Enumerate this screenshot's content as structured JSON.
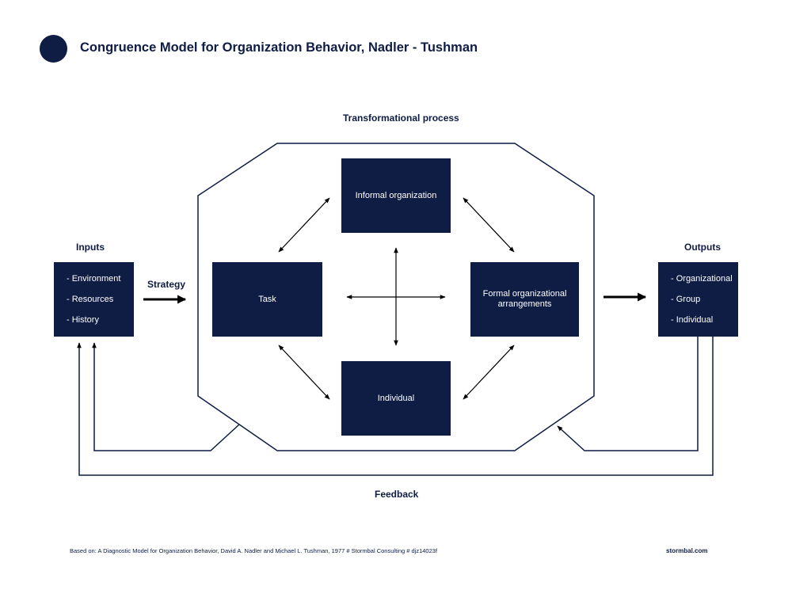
{
  "header": {
    "title": "Congruence Model for Organization Behavior, Nadler - Tushman"
  },
  "diagram": {
    "transformational_label": "Transformational process",
    "inputs_label": "Inputs",
    "outputs_label": "Outputs",
    "strategy_label": "Strategy",
    "feedback_label": "Feedback",
    "inputs_items": [
      "- Environment",
      "- Resources",
      "- History"
    ],
    "outputs_items": [
      "- Organizational",
      "- Group",
      "- Individual"
    ],
    "informal_organization": "Informal organization",
    "task": "Task",
    "formal_arrangements": "Formal organizational arrangements",
    "individual": "Individual"
  },
  "footer": {
    "note": "Based on: A Diagnostic Model for Organization Behavior, David A. Nadler and Michael L. Tushman, 1977 # Stormbal Consulting # djz14023f",
    "site": "stormbal.com"
  },
  "colors": {
    "navy": "#0f1c44",
    "line": "#0f1c44"
  }
}
